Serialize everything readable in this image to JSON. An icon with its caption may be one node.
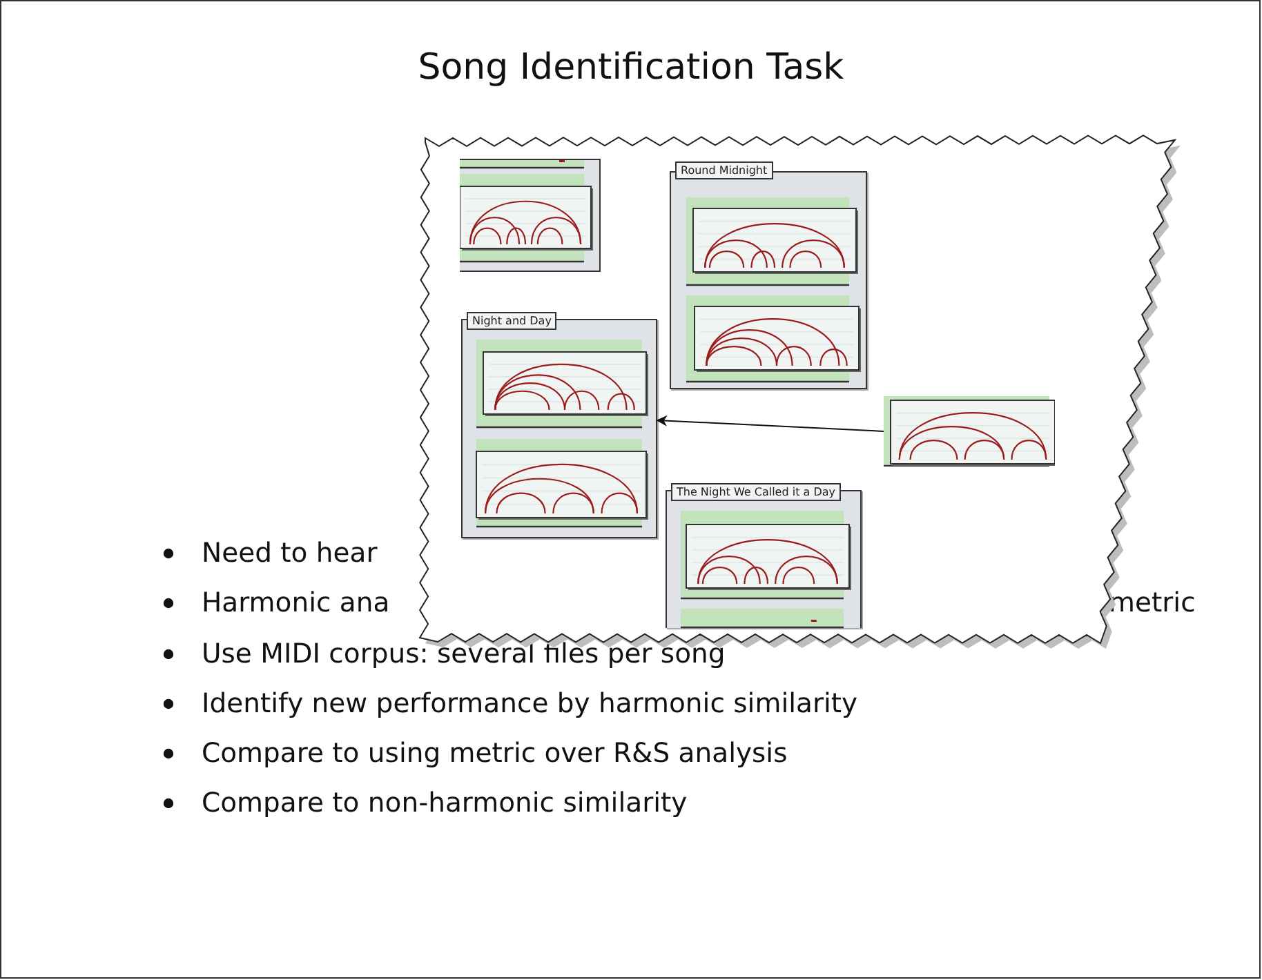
{
  "diagram": {
    "title": "Song Identification Task",
    "nodes": [
      {
        "text": [],
        "shape": "box"
      },
      {
        "text": [
          "Round Midnight"
        ]
      },
      {
        "text": [
          "Night and Day"
        ]
      },
      {
        "text": [],
        "shape": "box"
      },
      {
        "text": [
          "The Night We Called it a Day"
        ]
      }
    ],
    "edges": [
      {
        "from": 3,
        "to": 2,
        "arrow": "to"
      }
    ],
    "labels": [
      "Need to hear",
      "Harmonic ana",
      "metric",
      "Use MIDI corpus: several files per song",
      "Identify new performance by harmonic similarity",
      "Compare to using metric over R&S analysis",
      "Compare to non-harmonic similarity"
    ]
  }
}
